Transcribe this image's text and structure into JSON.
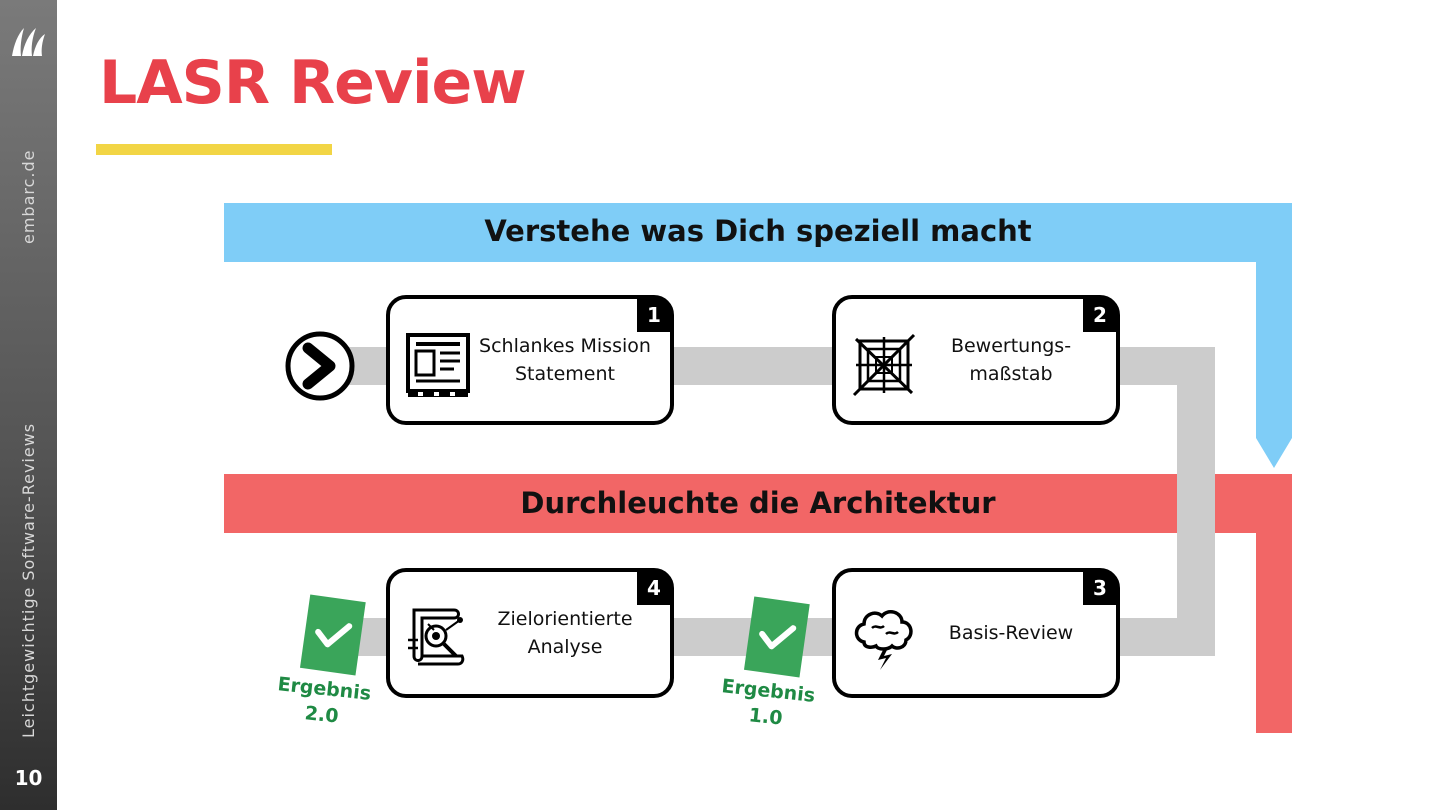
{
  "slide": {
    "title": "LASR Review",
    "page_number": "10",
    "sidebar_url": "embarc.de",
    "sidebar_subtitle": "Leichtgewichtige Software-Reviews"
  },
  "bands": {
    "top": {
      "label": "Verstehe was Dich speziell macht",
      "color": "#7fcdf7"
    },
    "bottom": {
      "label": "Durchleuchte die Architektur",
      "color": "#f26666"
    }
  },
  "colors": {
    "title": "#e8414b",
    "accent": "#f2d545",
    "track": "#cccccc",
    "check": "#3aa55a",
    "result_text": "#1f8a44"
  },
  "steps": [
    {
      "number": "1",
      "line1": "Schlankes Mission",
      "line2": "Statement",
      "icon": "newspaper-icon"
    },
    {
      "number": "2",
      "line1": "Bewertungs-",
      "line2": "maßstab",
      "icon": "spiderweb-icon"
    },
    {
      "number": "3",
      "line1": "Basis-Review",
      "line2": "",
      "icon": "brainstorm-icon"
    },
    {
      "number": "4",
      "line1": "Zielorientierte",
      "line2": "Analyse",
      "icon": "scroll-analysis-icon"
    }
  ],
  "results": [
    {
      "line1": "Ergebnis",
      "line2": "1.0"
    },
    {
      "line1": "Ergebnis",
      "line2": "2.0"
    }
  ]
}
